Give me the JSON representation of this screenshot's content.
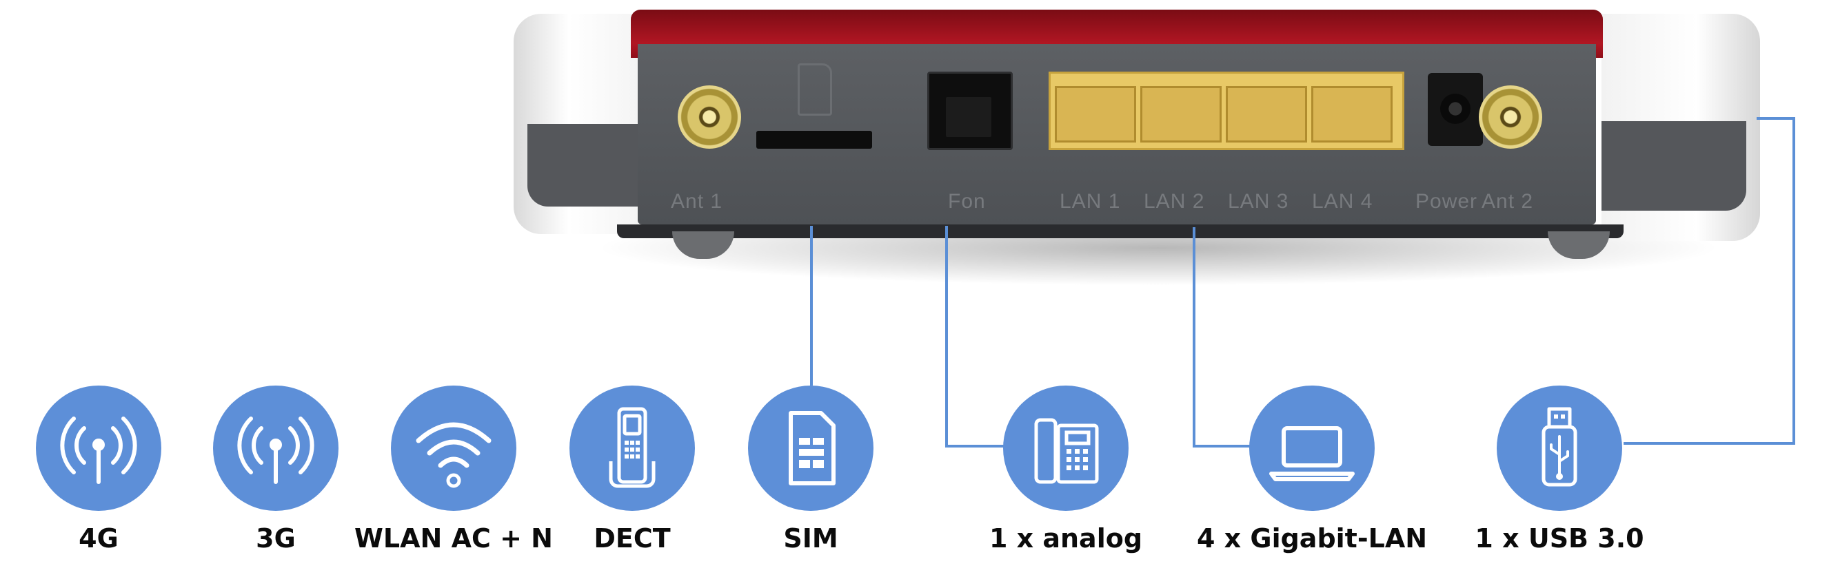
{
  "router": {
    "ports": {
      "ant1": "Ant 1",
      "fon": "Fon",
      "lan1": "LAN 1",
      "lan2": "LAN 2",
      "lan3": "LAN 3",
      "lan4": "LAN 4",
      "power": "Power",
      "ant2": "Ant 2"
    }
  },
  "features": [
    {
      "label": "4G",
      "icon": "antenna-4g-icon"
    },
    {
      "label": "3G",
      "icon": "antenna-3g-icon"
    },
    {
      "label": "WLAN AC + N",
      "icon": "wifi-icon"
    },
    {
      "label": "DECT",
      "icon": "cordless-phone-icon"
    },
    {
      "label": "SIM",
      "icon": "sim-card-icon"
    },
    {
      "label": "1 x analog",
      "icon": "desk-phone-icon"
    },
    {
      "label": "4 x Gigabit-LAN",
      "icon": "laptop-icon"
    },
    {
      "label": "1 x USB 3.0",
      "icon": "usb-stick-icon"
    }
  ],
  "colors": {
    "accent_blue": "#5d8fd8",
    "router_red": "#b11623",
    "panel_grey": "#55585c",
    "lan_yellow": "#e8c966"
  }
}
